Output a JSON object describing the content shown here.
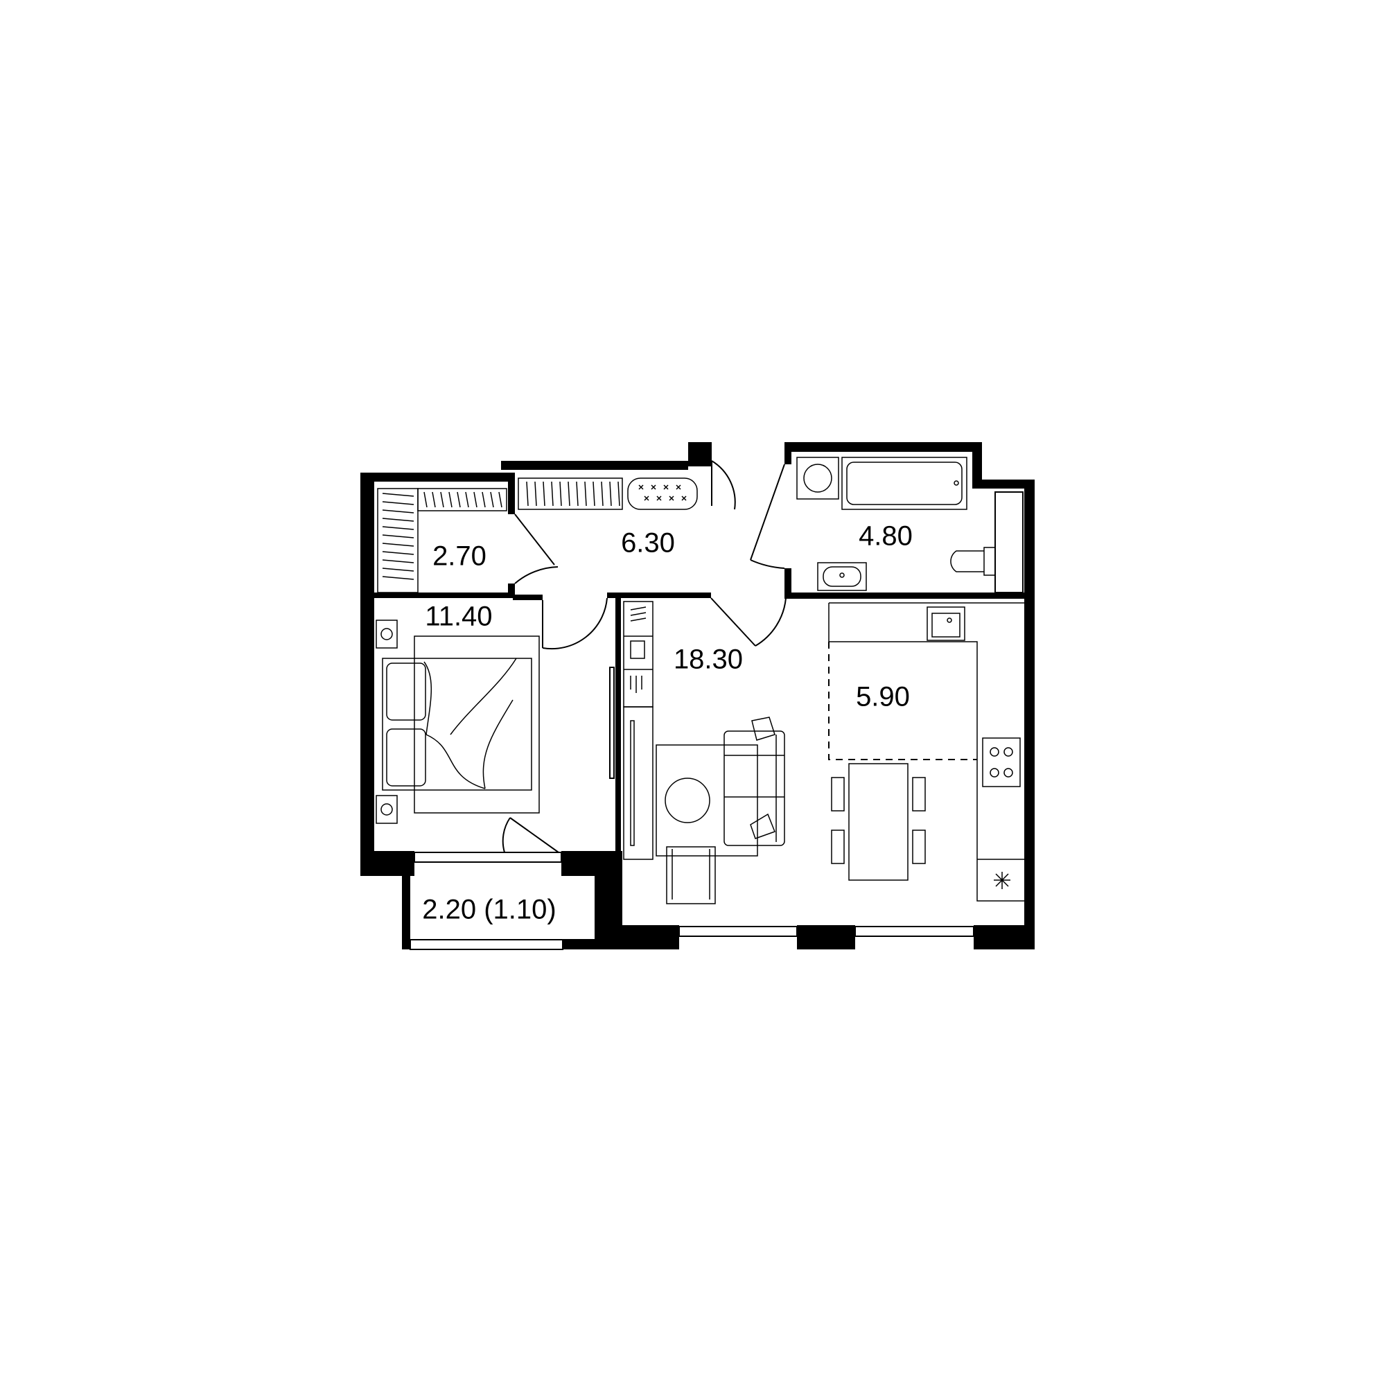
{
  "rooms": {
    "storage_area": "2.70",
    "hallway_area": "6.30",
    "bathroom_area": "4.80",
    "bedroom_area": "11.40",
    "living_area": "18.30",
    "kitchen_area": "5.90",
    "balcony_area": "2.20 (1.10)"
  },
  "colors": {
    "wall": "#000000",
    "background": "#ffffff"
  },
  "icons": [
    "wardrobe-icon",
    "bench-icon",
    "washing-machine-icon",
    "bathtub-icon",
    "toilet-icon",
    "sink-icon",
    "double-bed-icon",
    "nightstand-icon",
    "sofa-icon",
    "round-table-icon",
    "armchair-icon",
    "tv-unit-icon",
    "shelf-icon",
    "dining-table-icon",
    "chair-icon",
    "kitchen-sink-icon",
    "cooktop-icon",
    "ventilation-icon",
    "door-icon",
    "window-icon"
  ]
}
